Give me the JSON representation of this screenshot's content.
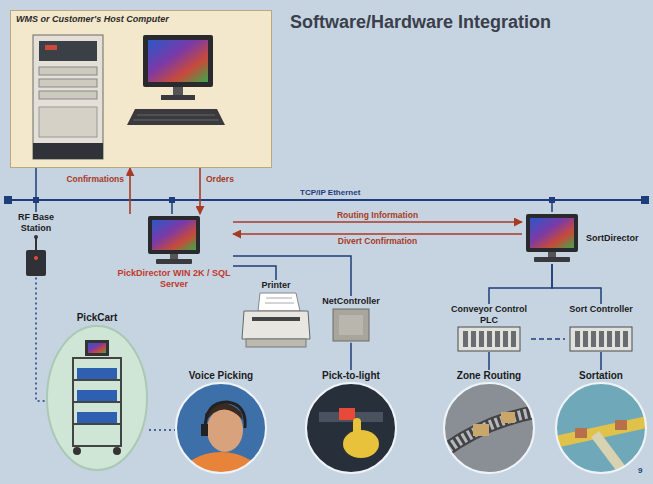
{
  "diagram": {
    "title": "Software/Hardware Integration",
    "nodes": [
      {
        "text": [
          "WMS or Customer's Host Computer"
        ]
      },
      {
        "text": [
          "RF Base Station"
        ]
      },
      {
        "text": [
          "PickDirector WIN 2K / SQL Server"
        ]
      },
      {
        "text": [
          "Printer"
        ]
      },
      {
        "text": [
          "NetController"
        ]
      },
      {
        "text": [
          "SortDirector"
        ]
      },
      {
        "text": [
          "Conveyor Control PLC"
        ]
      },
      {
        "text": [
          "Sort Controller"
        ]
      },
      {
        "text": [
          "PickCart"
        ]
      },
      {
        "text": [
          "Voice Picking"
        ]
      },
      {
        "text": [
          "Pick-to-light"
        ]
      },
      {
        "text": [
          "Zone Routing"
        ]
      },
      {
        "text": [
          "Sortation"
        ]
      }
    ],
    "edges": [
      {
        "from": 0,
        "to": 2,
        "arrow": "to",
        "label": "Orders"
      },
      {
        "from": 2,
        "to": 0,
        "arrow": "to",
        "label": "Confirmations"
      },
      {
        "from": 2,
        "to": 5,
        "arrow": "to",
        "label": "Routing Information"
      },
      {
        "from": 5,
        "to": 2,
        "arrow": "to",
        "label": "Divert Confirmation"
      },
      {
        "from": 2,
        "to": 3,
        "arrow": "none"
      },
      {
        "from": 2,
        "to": 4,
        "arrow": "none"
      },
      {
        "from": 4,
        "to": 10,
        "arrow": "none"
      },
      {
        "from": 5,
        "to": 6,
        "arrow": "none"
      },
      {
        "from": 5,
        "to": 7,
        "arrow": "none"
      },
      {
        "from": 6,
        "to": 7,
        "arrow": "none"
      },
      {
        "from": 6,
        "to": 11,
        "arrow": "none"
      },
      {
        "from": 7,
        "to": 12,
        "arrow": "none"
      },
      {
        "from": 1,
        "to": 8,
        "arrow": "none"
      },
      {
        "from": 8,
        "to": 9,
        "arrow": "none"
      }
    ],
    "labels": [
      "TCP/IP Ethernet",
      "9"
    ]
  }
}
